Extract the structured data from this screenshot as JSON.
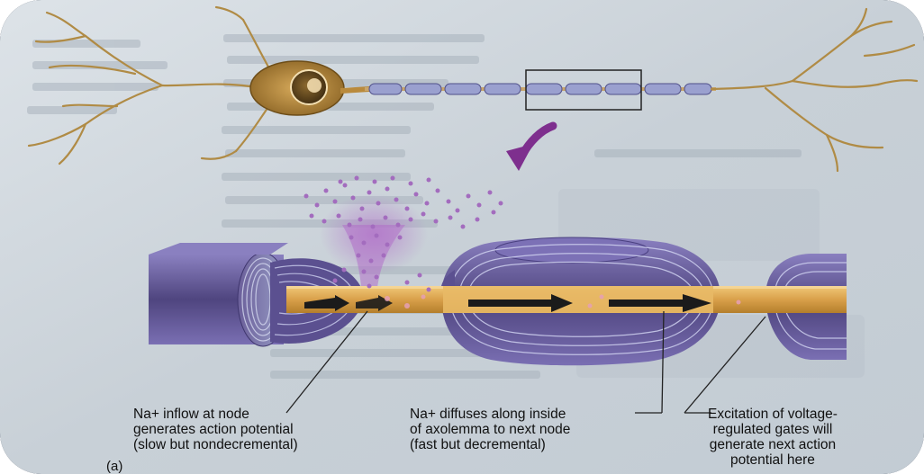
{
  "labels": {
    "na_inflow": "Na+ inflow at node\ngenerates action potential\n(slow but nondecremental)",
    "na_diffuses": "Na+ diffuses along inside\nof axolemma to next node\n(fast but decremental)",
    "excitation": "Excitation of voltage-\nregulated gates will\ngenerate next action\npotential here"
  },
  "panel_letter": "(a)",
  "colors": {
    "axon_core": "#e6b35a",
    "myelin": "#6d62a4",
    "sodium_dots": "#9a5fb0",
    "neuron_body": "#b98a3c",
    "background_text_page": "#c9d2d9",
    "frame_border": "#1d2638"
  }
}
